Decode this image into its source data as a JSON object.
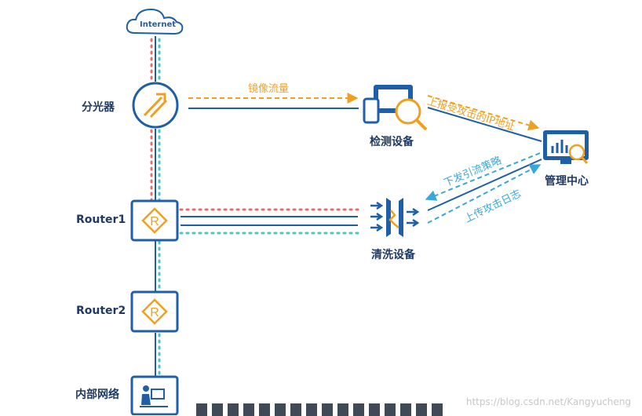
{
  "nodes": {
    "internet": "Internet",
    "splitter": "分光器",
    "router1": "Router1",
    "router2": "Router2",
    "intranet": "内部网络",
    "detector": "检测设备",
    "cleaner": "清洗设备",
    "manager": "管理中心"
  },
  "flows": {
    "mirror": "镜像流量",
    "report": "上报受攻击的IP地址",
    "policy": "下发引流策略",
    "log": "上传攻击日志"
  },
  "watermark": "https://blog.csdn.net/Kangyucheng",
  "colors": {
    "navy": "#1f5fa8",
    "orange": "#f0a020",
    "light_blue": "#3aa7d8",
    "red_dot": "#ef6a6a",
    "teal_dot": "#4cc7c0"
  }
}
